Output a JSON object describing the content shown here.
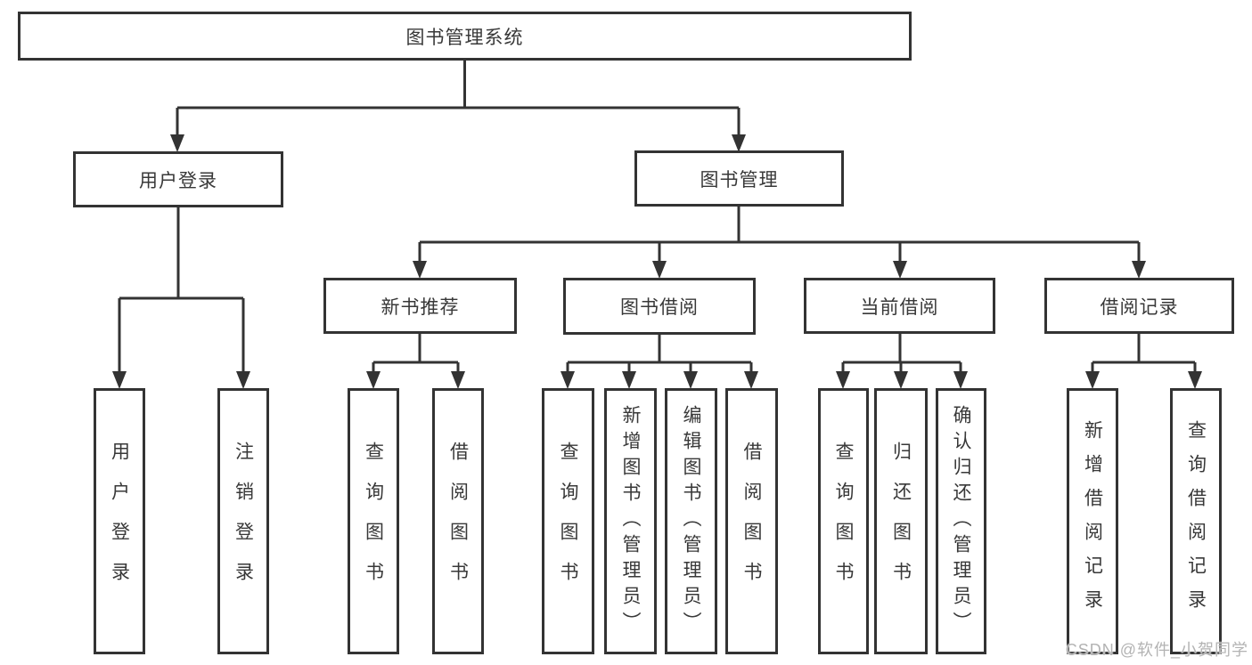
{
  "diagram_title": "图书管理系统",
  "nodes": {
    "root": "图书管理系统",
    "user_login": "用户登录",
    "book_mgmt": "图书管理",
    "new_book": "新书推荐",
    "book_borrow": "图书借阅",
    "current_borrow": "当前借阅",
    "borrow_records": "借阅记录",
    "leaves": {
      "user_login_1": "用户登录",
      "logout": "注销登录",
      "nb_query": "查询图书",
      "nb_borrow": "借阅图书",
      "bb_query": "查询图书",
      "bb_add": "新增图书（管理员）",
      "bb_edit": "编辑图书（管理员）",
      "bb_borrow": "借阅图书",
      "cur_query": "查询图书",
      "cur_return": "归还图书",
      "cur_confirm": "确认归还（管理员）",
      "rec_add": "新增借阅记录",
      "rec_query": "查询借阅记录"
    }
  },
  "watermark": "CSDN @软件_小贺同学",
  "colors": {
    "line": "#333333",
    "box_border": "#333333",
    "box_fill": "#ffffff",
    "text": "#383838",
    "watermark": "#b3b3b3"
  }
}
